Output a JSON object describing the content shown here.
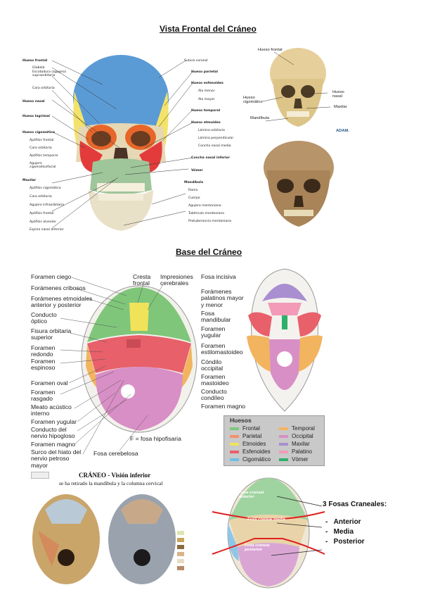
{
  "title_front": "Vista Frontal del Cráneo",
  "title_base": "Base del Cráneo",
  "front_left": [
    "Hueso frontal",
    "Glabela",
    "Escotadura (agujero) supraorbitaria",
    "Cara orbitaria",
    "Hueso nasal",
    "Hueso lagrimal",
    "Hueso cigomático",
    "Apófisis frontal",
    "Cara orbitaria",
    "Apófisis temporal",
    "Agujero cigomaticofacial",
    "Maxilar",
    "Apófisis cigomática",
    "Cara orbitaria",
    "Agujero infraorbitario",
    "Apófisis frontal",
    "Apófisis alveolar",
    "Espina nasal anterior"
  ],
  "front_right": [
    "Sutura coronal",
    "Hueso parietal",
    "Hueso esfenoides",
    "Ala menor",
    "Ala mayor",
    "Hueso temporal",
    "Hueso etmoides",
    "Lámina orbitaria",
    "Lámina perpendicular",
    "Concha nasal media",
    "Concha nasal inferior",
    "Vómer",
    "Mandíbula",
    "Rama",
    "Cuerpo",
    "Agujero mentoniano",
    "Tubérculo mentoniano",
    "Protuberancia mentoniana"
  ],
  "small_skull": {
    "frontal": "Hueso frontal",
    "cigomatico": "Hueso cigomático",
    "mandibula": "Mandíbula",
    "nasal": "Hueso nasal",
    "maxilar": "Maxilar",
    "brand": "ADAM."
  },
  "base_left": [
    "Foramen ciego",
    "Forámenes cribosos",
    "Forámenes etmoidales anterior y posterior",
    "Conducto óptico",
    "Fisura orbitaria superior",
    "Foramen redondo",
    "Foramen espinoso",
    "Foramen oval",
    "Foramen rasgado",
    "Meato acústico interno",
    "Foramen yugular",
    "Conducto del nervio hipogloso",
    "Foramen magno",
    "Surco del hiato del nervio petroso mayor"
  ],
  "base_top": [
    "Cresta frontal",
    "Impresiones cerebrales"
  ],
  "base_bottom": [
    "F = fosa hipofisaria",
    "Fosa cerebelosa"
  ],
  "base_right": [
    "Fosa incisiva",
    "Forámenes palatinos mayor y menor",
    "Fosa mandibular",
    "Foramen yugular",
    "Foramen estilomastoideo",
    "Cóndilo occipital",
    "Foramen mastoideo",
    "Conducto condíleo",
    "Foramen magno"
  ],
  "legend": {
    "title": "Huesos",
    "items": [
      {
        "label": "Frontal",
        "color": "#7fc67a"
      },
      {
        "label": "Temporal",
        "color": "#f2b45e"
      },
      {
        "label": "Parietal",
        "color": "#f5906b"
      },
      {
        "label": "Occipital",
        "color": "#d88fc5"
      },
      {
        "label": "Etmoides",
        "color": "#f0e35a"
      },
      {
        "label": "Maxilar",
        "color": "#a98fd0"
      },
      {
        "label": "Esfenoides",
        "color": "#e8606a"
      },
      {
        "label": "Palatino",
        "color": "#f29ab7"
      },
      {
        "label": "Cigomático",
        "color": "#6fbfe6"
      },
      {
        "label": "Vómer",
        "color": "#2fb06a"
      }
    ]
  },
  "bottom_left": {
    "title": "CRÁNEO - Visión inferior",
    "subtitle": "se ha retirado la mandíbula y la columna cervical"
  },
  "fossa_labels": {
    "anterior": "Fosa craneal anterior",
    "media": "Fosa craneal media",
    "posterior": "Fosa craneal posterior"
  },
  "fosas": {
    "title": "3 Fosas Craneales:",
    "items": [
      "Anterior",
      "Media",
      "Posterior"
    ]
  }
}
